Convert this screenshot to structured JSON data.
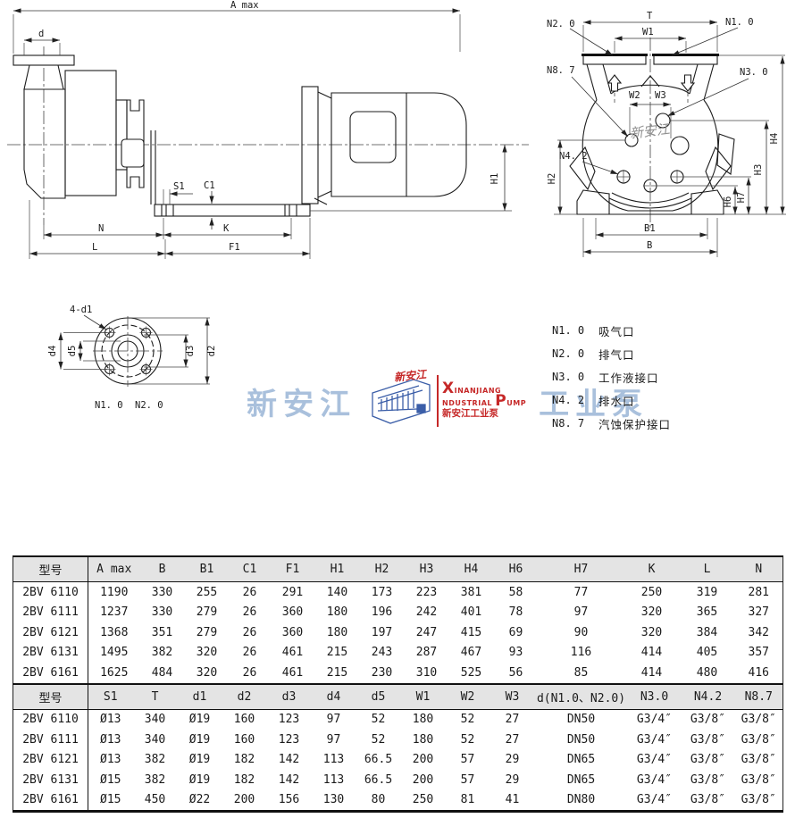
{
  "colors": {
    "line": "#1c1c1c",
    "table_header_bg": "#e4e4e4",
    "watermark_blue": "#a9c0dc",
    "logo_blue": "#3b5ea8",
    "logo_red": "#c62828"
  },
  "side_view": {
    "labels": {
      "a_max": "A max",
      "d": "d",
      "s1": "S1",
      "c1": "C1",
      "h1": "H1",
      "n": "N",
      "k": "K",
      "l": "L",
      "f1": "F1"
    }
  },
  "front_view": {
    "labels": {
      "n2": "N2. 0",
      "t": "T",
      "w1": "W1",
      "n1": "N1. 0",
      "n8": "N8. 7",
      "n3": "N3. 0",
      "w2": "W2",
      "w3": "W3",
      "n4": "N4. 2",
      "h2": "H2",
      "h4": "H4",
      "h3": "H3",
      "h6": "H6",
      "h7": "H7",
      "b1": "B1",
      "b": "B",
      "script": "新安江"
    }
  },
  "flange_view": {
    "labels": {
      "bolt_holes": "4-d1",
      "d4": "d4",
      "d5": "d5",
      "d3": "d3",
      "d2": "d2",
      "n1": "N1. 0",
      "n2": "N2. 0"
    }
  },
  "watermark": {
    "cn_left": "新安江",
    "cn_right": "工业泵",
    "logo": {
      "script": "新安江",
      "big1": "X",
      "line1": "INANJIANG",
      "line2": "NDUSTRIAL ",
      "big2": "P",
      "line3": "UMP",
      "cn": "新安江工业泵"
    }
  },
  "legend": {
    "items": [
      {
        "code": "N1. 0",
        "label": "吸气口"
      },
      {
        "code": "N2. 0",
        "label": "排气口"
      },
      {
        "code": "N3. 0",
        "label": "工作液接口"
      },
      {
        "code": "N4. 2",
        "label": "排水口"
      },
      {
        "code": "N8. 7",
        "label": "汽蚀保护接口"
      }
    ]
  },
  "table": {
    "section1": {
      "headers": [
        "型号",
        "A max",
        "B",
        "B1",
        "C1",
        "F1",
        "H1",
        "H2",
        "H3",
        "H4",
        "H6",
        "H7",
        "K",
        "L",
        "N"
      ],
      "rows": [
        [
          "2BV 6110",
          "1190",
          "330",
          "255",
          "26",
          "291",
          "140",
          "173",
          "223",
          "381",
          "58",
          "77",
          "250",
          "319",
          "281"
        ],
        [
          "2BV 6111",
          "1237",
          "330",
          "279",
          "26",
          "360",
          "180",
          "196",
          "242",
          "401",
          "78",
          "97",
          "320",
          "365",
          "327"
        ],
        [
          "2BV 6121",
          "1368",
          "351",
          "279",
          "26",
          "360",
          "180",
          "197",
          "247",
          "415",
          "69",
          "90",
          "320",
          "384",
          "342"
        ],
        [
          "2BV 6131",
          "1495",
          "382",
          "320",
          "26",
          "461",
          "215",
          "243",
          "287",
          "467",
          "93",
          "116",
          "414",
          "405",
          "357"
        ],
        [
          "2BV 6161",
          "1625",
          "484",
          "320",
          "26",
          "461",
          "215",
          "230",
          "310",
          "525",
          "56",
          "85",
          "414",
          "480",
          "416"
        ]
      ]
    },
    "section2": {
      "headers": [
        "型号",
        "S1",
        "T",
        "d1",
        "d2",
        "d3",
        "d4",
        "d5",
        "W1",
        "W2",
        "W3",
        "d(N1.0、N2.0)",
        "N3.0",
        "N4.2",
        "N8.7"
      ],
      "rows": [
        [
          "2BV 6110",
          "Ø13",
          "340",
          "Ø19",
          "160",
          "123",
          "97",
          "52",
          "180",
          "52",
          "27",
          "DN50",
          "G3/4″",
          "G3/8″",
          "G3/8″"
        ],
        [
          "2BV 6111",
          "Ø13",
          "340",
          "Ø19",
          "160",
          "123",
          "97",
          "52",
          "180",
          "52",
          "27",
          "DN50",
          "G3/4″",
          "G3/8″",
          "G3/8″"
        ],
        [
          "2BV 6121",
          "Ø13",
          "382",
          "Ø19",
          "182",
          "142",
          "113",
          "66.5",
          "200",
          "57",
          "29",
          "DN65",
          "G3/4″",
          "G3/8″",
          "G3/8″"
        ],
        [
          "2BV 6131",
          "Ø15",
          "382",
          "Ø19",
          "182",
          "142",
          "113",
          "66.5",
          "200",
          "57",
          "29",
          "DN65",
          "G3/4″",
          "G3/8″",
          "G3/8″"
        ],
        [
          "2BV 6161",
          "Ø15",
          "450",
          "Ø22",
          "200",
          "156",
          "130",
          "80",
          "250",
          "81",
          "41",
          "DN80",
          "G3/4″",
          "G3/8″",
          "G3/8″"
        ]
      ]
    }
  }
}
